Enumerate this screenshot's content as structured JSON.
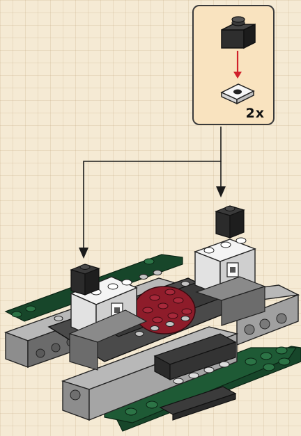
{
  "callout": {
    "quantity": "2x",
    "step_parts": [
      "black-1x1-brick",
      "white-1x1-plate"
    ],
    "arrow_color": "#d0202a"
  },
  "model": {
    "colors": {
      "base": "#1e5a35",
      "light_gray": "#a8a8a8",
      "dark_gray": "#4a4a4a",
      "white": "#f4f4f4",
      "black": "#262626",
      "dark_red": "#8e1c2a"
    }
  }
}
